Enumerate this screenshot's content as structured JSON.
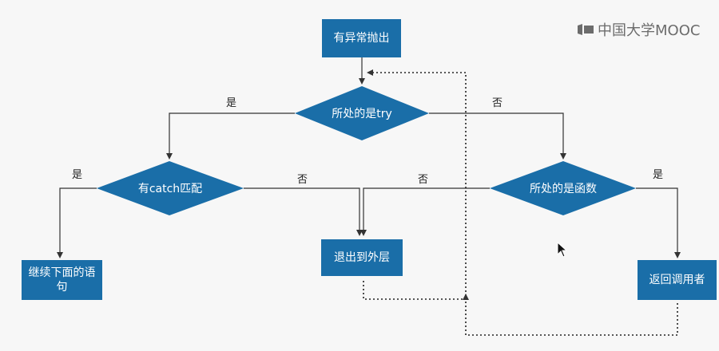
{
  "watermark": {
    "text": "中国大学MOOC",
    "icon": "mooc-logo-icon"
  },
  "nodes": {
    "start": "有异常抛出",
    "decision_try": "所处的是try",
    "decision_catch": "有catch匹配",
    "decision_function": "所处的是函数",
    "continue_next": "继续下面的语句",
    "exit_outer": "退出到外层",
    "return_caller": "返回调用者"
  },
  "edge_labels": {
    "try_yes": "是",
    "try_no": "否",
    "catch_yes": "是",
    "catch_no": "否",
    "function_no": "否",
    "function_yes": "是"
  },
  "colors": {
    "node_fill": "#1a6ea8",
    "line": "#333333",
    "background": "#f7f7f7"
  }
}
